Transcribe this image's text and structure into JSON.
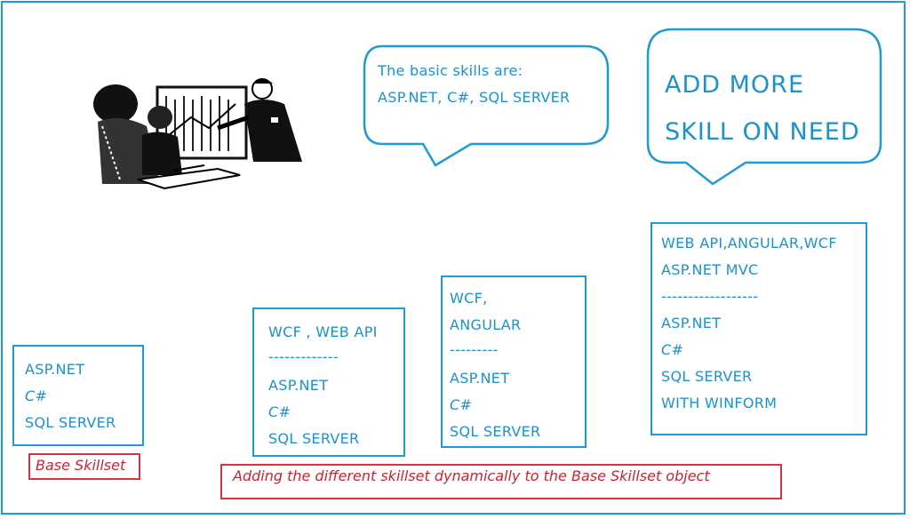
{
  "bubbles": {
    "basic": {
      "line1": "The basic skills are:",
      "line2": "ASP.NET, C#, SQL SERVER"
    },
    "add_more": {
      "line1": "ADD MORE",
      "line2": "SKILL ON NEED"
    }
  },
  "boxes": {
    "base": {
      "lines": [
        "ASP.NET",
        "C#",
        "SQL SERVER"
      ]
    },
    "wcf_webapi": {
      "lines": [
        "WCF , WEB API",
        "-------------",
        "ASP.NET",
        "C#",
        "SQL SERVER"
      ]
    },
    "wcf_angular": {
      "lines": [
        "WCF,",
        "ANGULAR",
        "---------",
        "ASP.NET",
        "C#",
        "SQL SERVER"
      ]
    },
    "full": {
      "lines": [
        "WEB API,ANGULAR,WCF",
        "ASP.NET MVC",
        "------------------",
        "ASP.NET",
        "C#",
        "SQL SERVER",
        "WITH WINFORM"
      ]
    }
  },
  "labels": {
    "base_skillset": "Base Skillset",
    "caption": "Adding the different skillset dynamically to the Base Skillset object"
  },
  "colors": {
    "accent_blue": "#1f9bd3",
    "label_red": "#d4323f"
  },
  "illustration": "business-presentation-clipart"
}
